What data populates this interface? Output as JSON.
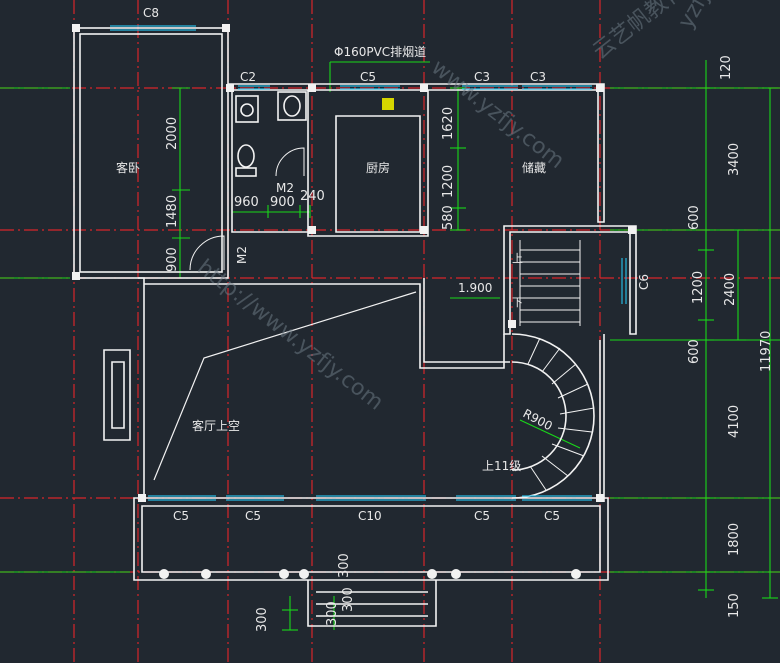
{
  "colors": {
    "background": "#212830",
    "wall": "#f2f2f2",
    "axis": "#d8262b",
    "dimension": "#19d719",
    "window": "#28b8e0",
    "watermark": "#6c7884"
  },
  "windows": {
    "c8": "C8",
    "c2": "C2",
    "c5_kitchen": "C5",
    "c3_a": "C3",
    "c3_b": "C3",
    "c6": "C6",
    "c5_s1": "C5",
    "c5_s2": "C5",
    "c10": "C10",
    "c5_s3": "C5",
    "c5_s4": "C5"
  },
  "rooms": {
    "guest_bedroom": "客卧",
    "kitchen": "厨房",
    "storage": "储藏",
    "living_void": "客厅上空"
  },
  "doors": {
    "m2_bath": "M2",
    "m2_bedroom": "M2"
  },
  "annotations": {
    "flue": "Φ160PVC排烟道",
    "elevation": "1.900",
    "up": "上",
    "down": "下",
    "radius": "R900",
    "stairs_up": "上11级"
  },
  "dims_left": [
    "2000",
    "1480",
    "900"
  ],
  "dims_bath": [
    "960",
    "900",
    "240"
  ],
  "dims_kitchen": [
    "1620",
    "1200",
    "580"
  ],
  "dims_right_inner": [
    "120",
    "3400",
    "600",
    "1200",
    "600",
    "4100",
    "1800",
    "150"
  ],
  "dims_right_mid": [
    "2400"
  ],
  "dims_right_total": [
    "11970"
  ],
  "dims_porch": [
    "300",
    "300",
    "300",
    "300"
  ],
  "watermarks": [
    "云艺帆教育",
    "http://www.yzfjy.com",
    "www.yzfjy.com",
    "yzfjy.com"
  ]
}
